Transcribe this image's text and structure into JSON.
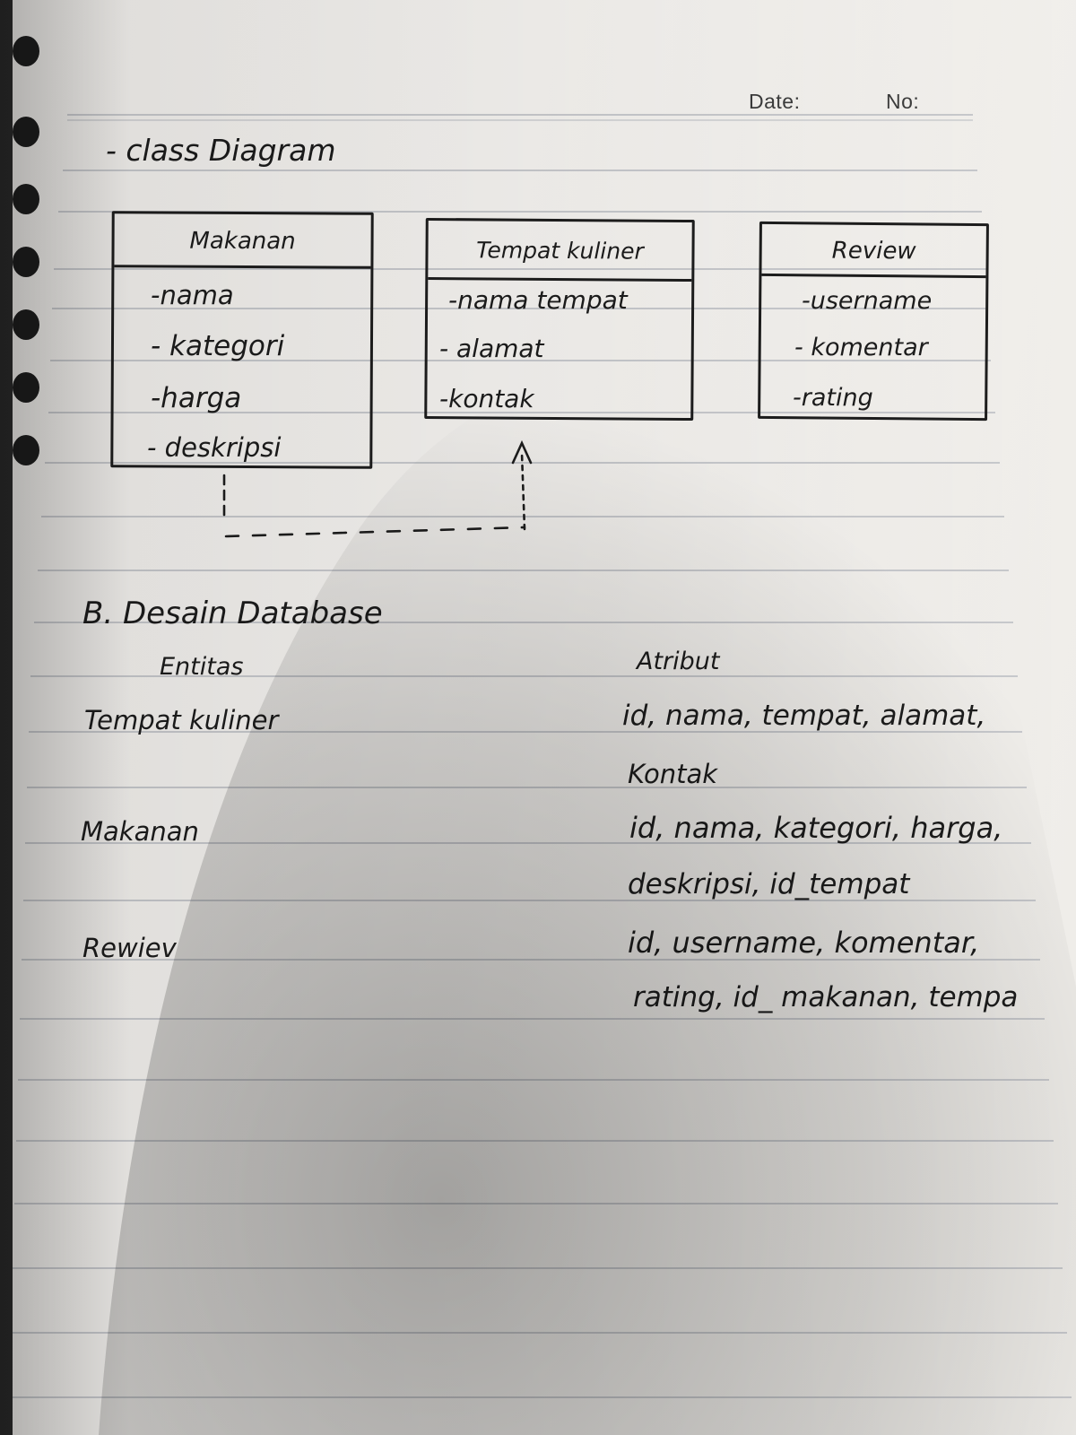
{
  "header": {
    "date_label": "Date:",
    "no_label": "No:"
  },
  "class_diagram": {
    "heading": "- class Diagram",
    "classes": [
      {
        "name": "Makanan",
        "attributes": [
          "-nama",
          "- kategori",
          "-harga",
          "- deskripsi"
        ]
      },
      {
        "name": "Tempat kuliner",
        "attributes": [
          "-nama tempat",
          "- alamat",
          "-kontak"
        ]
      },
      {
        "name": "Review",
        "attributes": [
          "-username",
          "- komentar",
          "-rating"
        ]
      }
    ]
  },
  "database_design": {
    "heading": "B. Desain Database",
    "column_entity": "Entitas",
    "column_attribute": "Atribut",
    "rows": [
      {
        "entity": "Tempat kuliner",
        "attribute_lines": [
          "id, nama, tempat, alamat,",
          "Kontak"
        ]
      },
      {
        "entity": "Makanan",
        "attribute_lines": [
          "id, nama, kategori, harga,",
          "deskripsi, id_tempat"
        ]
      },
      {
        "entity": "Rewiev",
        "attribute_lines": [
          "id, username, komentar,",
          "rating, id_ makanan, tempa"
        ]
      }
    ]
  },
  "colors": {
    "ink": "#1c1c1c",
    "paper": "#f4f2ef",
    "rule_line": "#b9bcc2",
    "shadow": "#000000"
  }
}
